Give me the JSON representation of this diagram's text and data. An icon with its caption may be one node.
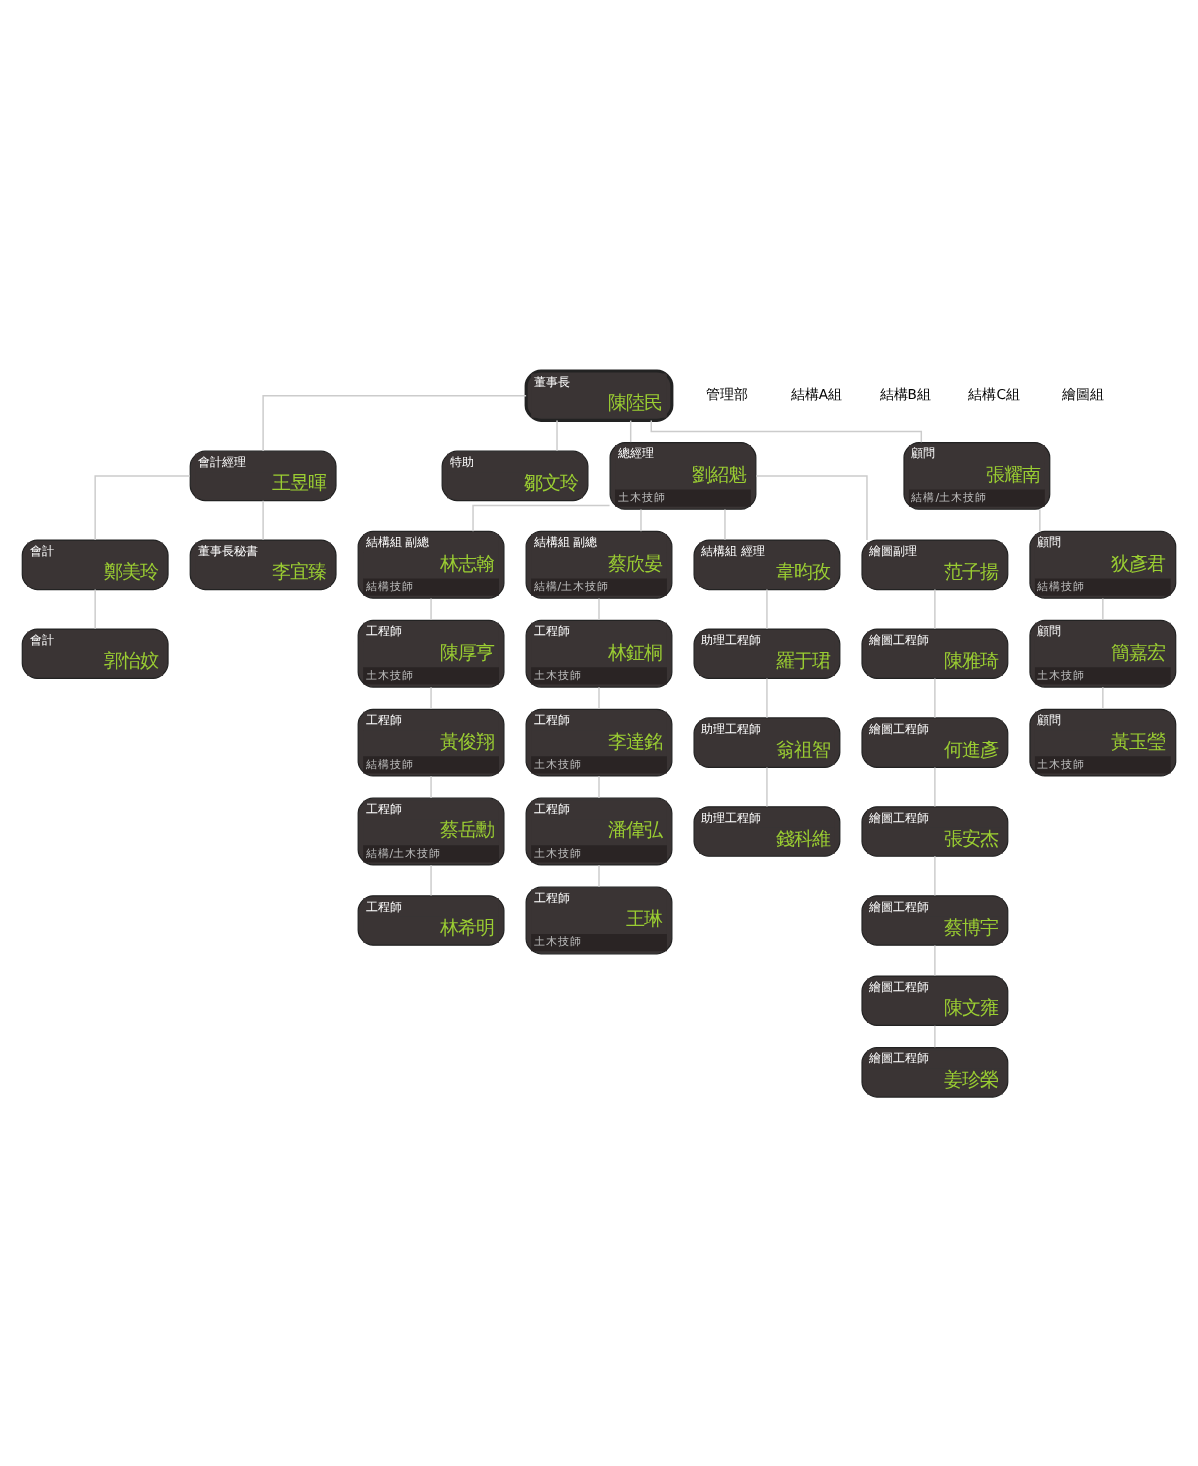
{
  "diagram": {
    "nodes": [
      {
        "text": [
          "董事長",
          "陳陸民"
        ]
      },
      {
        "text": [
          "會計經理",
          "王昱暉"
        ]
      },
      {
        "text": [
          "特助",
          "鄒文玲"
        ]
      },
      {
        "text": [
          "總經理",
          "劉紹魁",
          "土木技師"
        ]
      },
      {
        "text": [
          "顧問",
          "張耀南",
          "結構/土木技師"
        ]
      },
      {
        "text": [
          "會計",
          "鄭美玲"
        ]
      },
      {
        "text": [
          "董事長秘書",
          "李宜臻"
        ]
      },
      {
        "text": [
          "會計",
          "郭怡妏"
        ]
      },
      {
        "text": [
          "顧問",
          "狄彥君",
          "結構技師"
        ]
      },
      {
        "text": [
          "顧問",
          "簡嘉宏",
          "土木技師"
        ]
      },
      {
        "text": [
          "顧問",
          "黃玉瑩",
          "土木技師"
        ]
      },
      {
        "text": [
          "結構組 副總",
          "林志翰",
          "結構技師"
        ]
      },
      {
        "text": [
          "工程師",
          "陳厚亨",
          "土木技師"
        ]
      },
      {
        "text": [
          "工程師",
          "黃俊翔",
          "結構技師"
        ]
      },
      {
        "text": [
          "工程師",
          "蔡岳勳",
          "結構/土木技師"
        ]
      },
      {
        "text": [
          "工程師",
          "林希明"
        ]
      },
      {
        "text": [
          "結構組 副總",
          "蔡欣晏",
          "結構/土木技師"
        ]
      },
      {
        "text": [
          "工程師",
          "林鉦桐",
          "土木技師"
        ]
      },
      {
        "text": [
          "工程師",
          "李達銘",
          "土木技師"
        ]
      },
      {
        "text": [
          "工程師",
          "潘偉弘",
          "土木技師"
        ]
      },
      {
        "text": [
          "工程師",
          "王琳",
          "土木技師"
        ]
      },
      {
        "text": [
          "結構組 經理",
          "韋昀孜"
        ]
      },
      {
        "text": [
          "助理工程師",
          "羅于珺"
        ]
      },
      {
        "text": [
          "助理工程師",
          "翁祖智"
        ]
      },
      {
        "text": [
          "助理工程師",
          "錢科維"
        ]
      },
      {
        "text": [
          "繪圖副理",
          "范子揚"
        ]
      },
      {
        "text": [
          "繪圖工程師",
          "陳雅琦"
        ]
      },
      {
        "text": [
          "繪圖工程師",
          "何進彥"
        ]
      },
      {
        "text": [
          "繪圖工程師",
          "張安杰"
        ]
      },
      {
        "text": [
          "繪圖工程師",
          "蔡博宇"
        ]
      },
      {
        "text": [
          "繪圖工程師",
          "陳文雍"
        ]
      },
      {
        "text": [
          "繪圖工程師",
          "姜珍榮"
        ]
      }
    ],
    "edges": [
      {
        "from": 0,
        "to": 1,
        "arrow": "none"
      },
      {
        "from": 0,
        "to": 2,
        "arrow": "none"
      },
      {
        "from": 0,
        "to": 3,
        "arrow": "none"
      },
      {
        "from": 0,
        "to": 4,
        "arrow": "none"
      },
      {
        "from": 1,
        "to": 5,
        "arrow": "none"
      },
      {
        "from": 1,
        "to": 6,
        "arrow": "none"
      },
      {
        "from": 5,
        "to": 7,
        "arrow": "none"
      },
      {
        "from": 4,
        "to": 8,
        "arrow": "none"
      },
      {
        "from": 8,
        "to": 9,
        "arrow": "none"
      },
      {
        "from": 9,
        "to": 10,
        "arrow": "none"
      },
      {
        "from": 3,
        "to": 11,
        "arrow": "none"
      },
      {
        "from": 3,
        "to": 16,
        "arrow": "none"
      },
      {
        "from": 3,
        "to": 21,
        "arrow": "none"
      },
      {
        "from": 3,
        "to": 25,
        "arrow": "none"
      },
      {
        "from": 11,
        "to": 12,
        "arrow": "none"
      },
      {
        "from": 12,
        "to": 13,
        "arrow": "none"
      },
      {
        "from": 13,
        "to": 14,
        "arrow": "none"
      },
      {
        "from": 14,
        "to": 15,
        "arrow": "none"
      },
      {
        "from": 16,
        "to": 17,
        "arrow": "none"
      },
      {
        "from": 17,
        "to": 18,
        "arrow": "none"
      },
      {
        "from": 18,
        "to": 19,
        "arrow": "none"
      },
      {
        "from": 19,
        "to": 20,
        "arrow": "none"
      },
      {
        "from": 21,
        "to": 22,
        "arrow": "none"
      },
      {
        "from": 22,
        "to": 23,
        "arrow": "none"
      },
      {
        "from": 23,
        "to": 24,
        "arrow": "none"
      },
      {
        "from": 25,
        "to": 26,
        "arrow": "none"
      },
      {
        "from": 26,
        "to": 27,
        "arrow": "none"
      },
      {
        "from": 27,
        "to": 28,
        "arrow": "none"
      },
      {
        "from": 28,
        "to": 29,
        "arrow": "none"
      },
      {
        "from": 29,
        "to": 30,
        "arrow": "none"
      },
      {
        "from": 30,
        "to": 31,
        "arrow": "none"
      }
    ],
    "labels": [
      "管理部",
      "結構A組",
      "結構B組",
      "結構C組",
      "繪圖組"
    ]
  }
}
